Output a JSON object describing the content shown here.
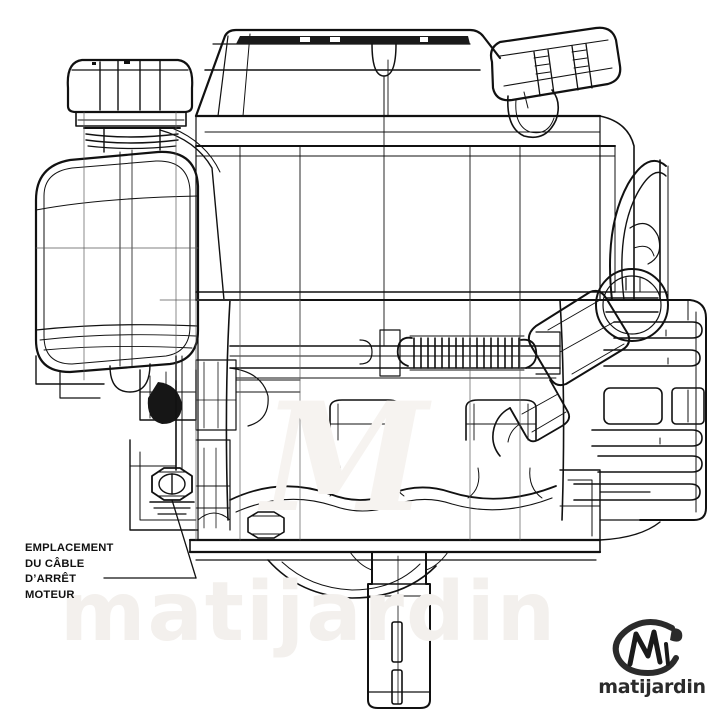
{
  "document": {
    "type": "technical-line-drawing",
    "subject": "vertical shaft lawnmower engine",
    "background_color": "#ffffff",
    "line_color": "#111111"
  },
  "callout": {
    "name": "engine-stop-cable-location",
    "lines": [
      "EMPLACEMENT",
      "DU CÂBLE",
      "D’ARRÊT",
      "MOTEUR"
    ],
    "leader_line": "from text to bolt anchor on lower left of engine block"
  },
  "watermark": {
    "text": "matijardin",
    "mark": "M",
    "color": "#f3f0ed"
  },
  "logo": {
    "text": "matijardin",
    "mark_description": "brush-stroke circle with calligraphic M and leaf dot",
    "color": "#2b2b2b"
  },
  "parts": {
    "fuel_cap": "ribbed fuel filler cap",
    "fuel_tank": "rounded square fuel tank",
    "engine_shroud": "top engine cover with vent",
    "recoil_starter_grip": "starter handle",
    "governor_spring": "coil spring",
    "muffler_guard": "angled exhaust shield",
    "cooling_slots": "right side cooling vents",
    "crankshaft": "vertical output shaft with keyways",
    "mounting_flange": "engine base flange",
    "cable_anchor_bolt": "hex bolt cable anchor"
  }
}
